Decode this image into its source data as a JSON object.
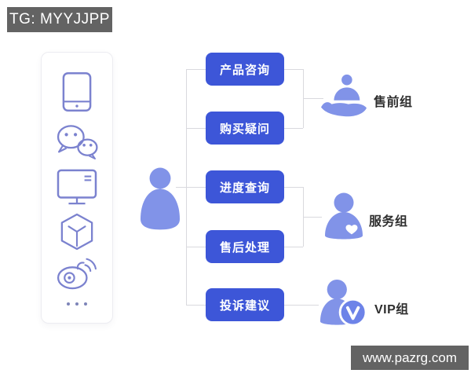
{
  "badges": {
    "tg_label": "TG: MYYJJPP",
    "watermark": "www.pazrg.com"
  },
  "channels": {
    "description": "message source channels panel",
    "icons": [
      {
        "name": "tablet-icon"
      },
      {
        "name": "wechat-icon"
      },
      {
        "name": "monitor-icon"
      },
      {
        "name": "cube-icon"
      },
      {
        "name": "weibo-icon"
      },
      {
        "name": "more-ellipsis-icon"
      }
    ]
  },
  "flow": {
    "user_icon": "person-silhouette",
    "topics": [
      {
        "label": "产品咨询"
      },
      {
        "label": "购买疑问"
      },
      {
        "label": "进度查询"
      },
      {
        "label": "售后处理"
      },
      {
        "label": "投诉建议"
      }
    ],
    "groups": [
      {
        "label": "售前组",
        "icon": "hand-holding-person"
      },
      {
        "label": "服务组",
        "icon": "person-with-heart"
      },
      {
        "label": "VIP组",
        "icon": "person-with-v-badge"
      }
    ],
    "routing": [
      {
        "topics": [
          "产品咨询",
          "购买疑问"
        ],
        "group": "售前组"
      },
      {
        "topics": [
          "进度查询",
          "售后处理"
        ],
        "group": "服务组"
      },
      {
        "topics": [
          "投诉建议"
        ],
        "group": "VIP组"
      }
    ]
  },
  "colors": {
    "button_blue": "#3d56d8",
    "figure_blue": "#8193e8",
    "badge_circle_blue": "#6d83e8",
    "badge_gray": "#636363",
    "line_gray": "#d9d9de",
    "icon_outline_indigo": "#7b82cf"
  }
}
